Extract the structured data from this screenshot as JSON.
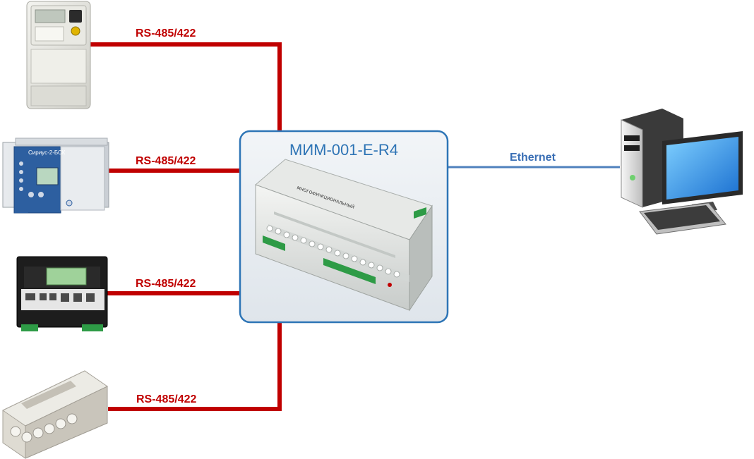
{
  "hub": {
    "title": "МИМ-001-E-R4"
  },
  "links": {
    "meter_label": "RS-485/422",
    "relay_label": "RS-485/422",
    "controller_label": "RS-485/422",
    "enclosure_label": "RS-485/422",
    "pc_label": "Ethernet"
  },
  "devices": {
    "relay_brand": "Сириус-2-БСК"
  },
  "colors": {
    "rs_line": "#c00000",
    "eth_line": "#4f81bd",
    "hub_border": "#2e75b6",
    "title": "#2e74b5"
  }
}
